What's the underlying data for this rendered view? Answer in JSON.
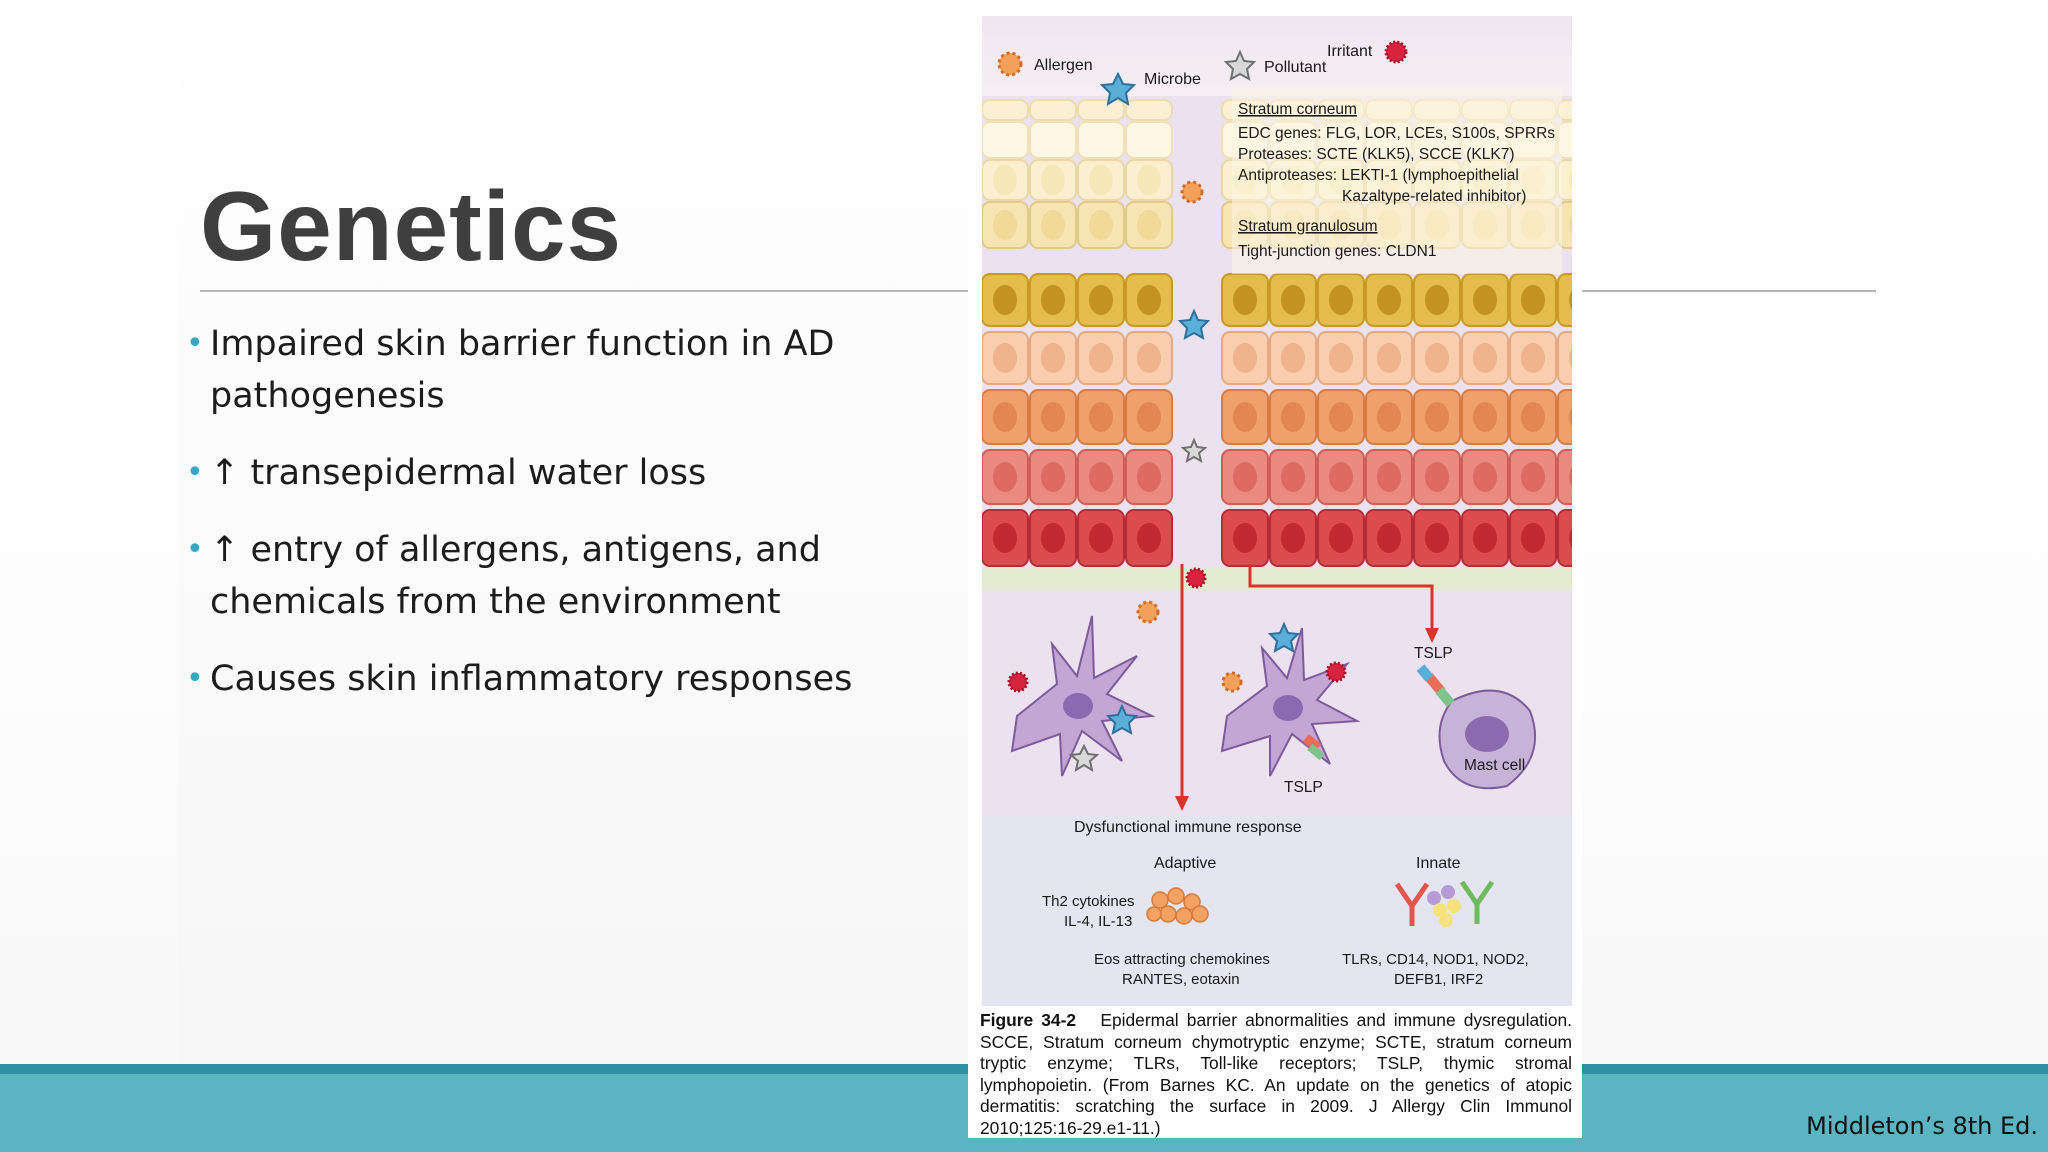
{
  "slide": {
    "title": "Genetics",
    "bullets": [
      {
        "arrow": "",
        "text": "Impaired skin barrier function in AD pathogenesis"
      },
      {
        "arrow": "↑",
        "text": " transepidermal water loss"
      },
      {
        "arrow": "↑",
        "text": " entry of allergens, antigens, and chemicals from the environment"
      },
      {
        "arrow": "",
        "text": "Causes skin inflammatory responses"
      }
    ],
    "credit": "Middleton’s 8th Ed."
  },
  "figure": {
    "agents": {
      "allergen": "Allergen",
      "microbe": "Microbe",
      "pollutant": "Pollutant",
      "irritant": "Irritant"
    },
    "stratum_corneum": {
      "heading": "Stratum corneum",
      "edc": "EDC genes: FLG, LOR, LCEs, S100s, SPRRs",
      "proteases": "Proteases: SCTE (KLK5), SCCE (KLK7)",
      "antiproteases_1": "Antiproteases: LEKTI-1 (lymphoepithelial",
      "antiproteases_2": "Kazaltype-related inhibitor)"
    },
    "stratum_granulosum": {
      "heading": "Stratum granulosum",
      "tight": "Tight-junction genes: CLDN1"
    },
    "tslp_1": "TSLP",
    "tslp_2": "TSLP",
    "mast_cell": "Mast cell",
    "dysfunctional": "Dysfunctional immune response",
    "adaptive": "Adaptive",
    "innate": "Innate",
    "th2_1": "Th2 cytokines",
    "th2_2": "IL-4, IL-13",
    "eos_1": "Eos attracting chemokines",
    "eos_2": "RANTES, eotaxin",
    "tlr_1": "TLRs, CD14, NOD1, NOD2,",
    "tlr_2": "DEFB1, IRF2",
    "caption": {
      "label": "Figure 34-2",
      "text": "Epidermal barrier abnormalities and immune dysregulation. SCCE, Stratum corneum chymotryptic enzyme; SCTE, stratum corneum tryptic enzyme; TLRs, Toll-like receptors; TSLP, thymic stromal lymphopoietin. (From Barnes KC. An update on the genetics of atopic dermatitis: scratching the surface in 2009. J Allergy Clin Immunol 2010;125:16-29.e1-11.)"
    }
  },
  "colors": {
    "title": "#3f3f3f",
    "bullet_dot": "#36a9c1",
    "band": "#5ab4c2",
    "band_dark": "#2e8fa4",
    "rule": "#b5b5b5",
    "arrow_red": "#d9342b"
  }
}
